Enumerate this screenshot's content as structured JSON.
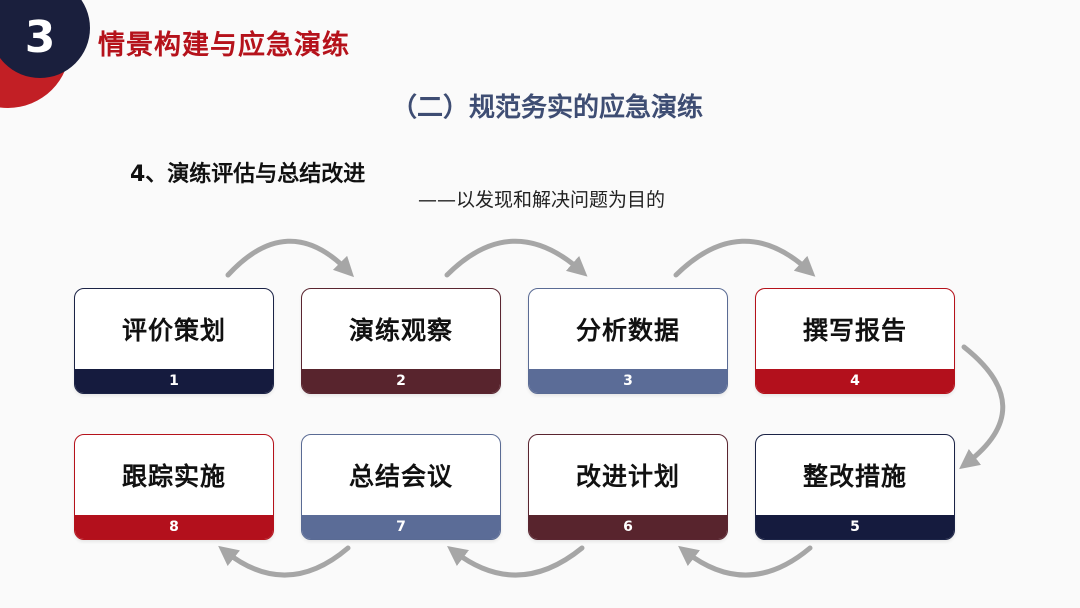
{
  "section": {
    "number": "3",
    "title": "情景构建与应急演练"
  },
  "subtitle": "（二）规范务实的应急演练",
  "point": {
    "title": "4、演练评估与总结改进",
    "subtitle": "——以发现和解决问题为目的"
  },
  "steps": [
    {
      "label": "评价策划",
      "number": "1",
      "color": "#151b3e"
    },
    {
      "label": "演练观察",
      "number": "2",
      "color": "#58242d"
    },
    {
      "label": "分析数据",
      "number": "3",
      "color": "#5b6c97"
    },
    {
      "label": "撰写报告",
      "number": "4",
      "color": "#b3101c"
    },
    {
      "label": "整改措施",
      "number": "5",
      "color": "#151b3e"
    },
    {
      "label": "改进计划",
      "number": "6",
      "color": "#58242d"
    },
    {
      "label": "总结会议",
      "number": "7",
      "color": "#5b6c97"
    },
    {
      "label": "跟踪实施",
      "number": "8",
      "color": "#b3101c"
    }
  ],
  "colors": {
    "accent_red": "#b5121b",
    "navy": "#151b3e",
    "subtitle_blue": "#3e4d73",
    "arrow_gray": "#a6a6a6"
  }
}
